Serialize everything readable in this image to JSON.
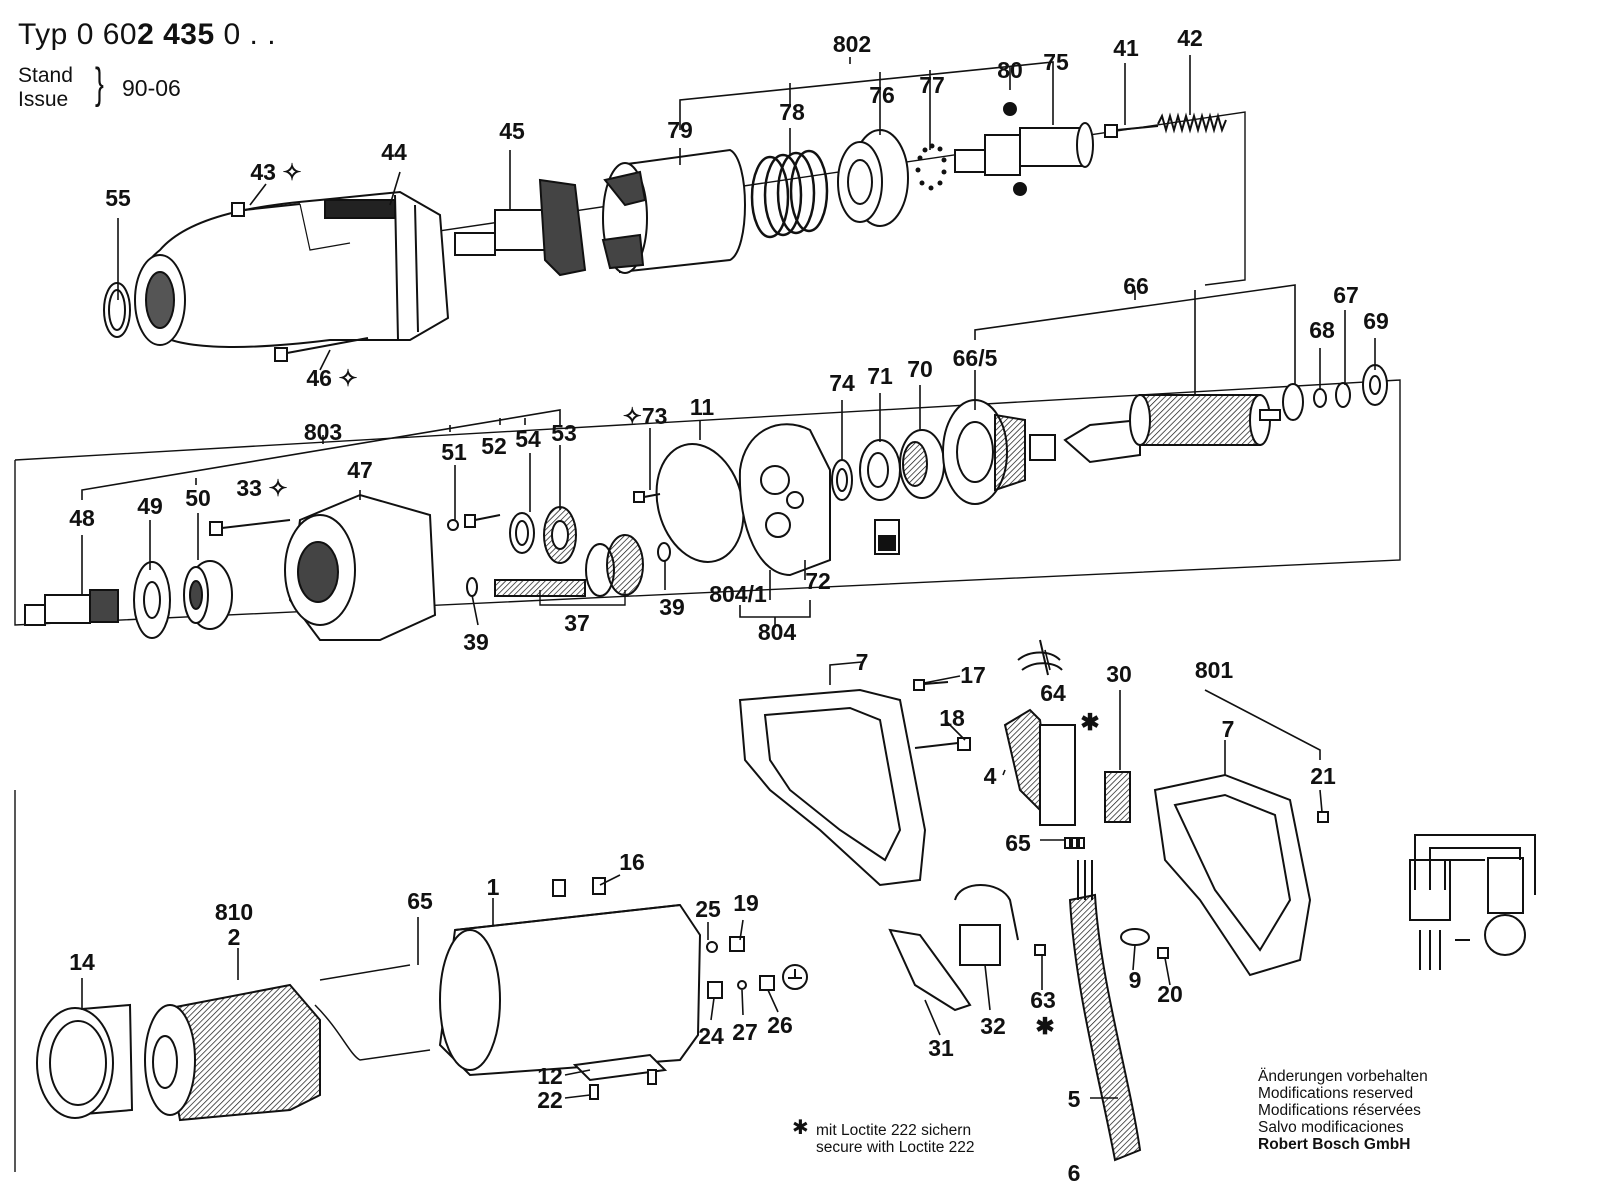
{
  "header": {
    "typ_prefix": "Typ",
    "typ_number_a": "0 60",
    "typ_number_b": "2 435",
    "typ_suffix": "0 . .",
    "stand": "Stand",
    "issue": "Issue",
    "date": "90-06"
  },
  "callouts": {
    "c802": "802",
    "c80": "80",
    "c75": "75",
    "c41": "41",
    "c42": "42",
    "c77": "77",
    "c76": "76",
    "c78": "78",
    "c79": "79",
    "c45": "45",
    "c44": "44",
    "c43": "43 ✧",
    "c55": "55",
    "c46": "46 ✧",
    "c66": "66",
    "c67": "67",
    "c68": "68",
    "c69": "69",
    "c66_5": "66/5",
    "c70": "70",
    "c71": "71",
    "c74": "74",
    "c11": "11",
    "c73": "✧73",
    "c803": "803",
    "c47": "47",
    "c51": "51",
    "c52": "52",
    "c54": "54",
    "c53": "53",
    "c48": "48",
    "c49": "49",
    "c50": "50",
    "c33": "33 ✧",
    "c37": "37",
    "c39a": "39",
    "c39b": "39",
    "c804_1": "804/1",
    "c72": "72",
    "c804": "804",
    "c7a": "7",
    "c17": "17",
    "c64": "64",
    "c30": "30",
    "c801": "801",
    "c7b": "7",
    "c18": "18",
    "c4": "4",
    "c21": "21",
    "c65a": "65",
    "c16": "16",
    "c1": "1",
    "c810": "810",
    "c2": "2",
    "c65b": "65",
    "c25": "25",
    "c19": "19",
    "c14": "14",
    "c9": "9",
    "c20": "20",
    "c63": "63",
    "c31": "31",
    "c32": "32",
    "c24": "24",
    "c27": "27",
    "c26": "26",
    "c12": "12",
    "c22": "22",
    "c5": "5",
    "c6": "6",
    "star": "✱"
  },
  "notes": {
    "mod_de": "Änderungen vorbehalten",
    "mod_en": "Modifications reserved",
    "mod_fr": "Modifications réservées",
    "mod_es": "Salvo modificaciones",
    "company": "Robert Bosch GmbH",
    "loctite_de": "mit Loctite 222 sichern",
    "loctite_en": "secure with Loctite 222"
  }
}
